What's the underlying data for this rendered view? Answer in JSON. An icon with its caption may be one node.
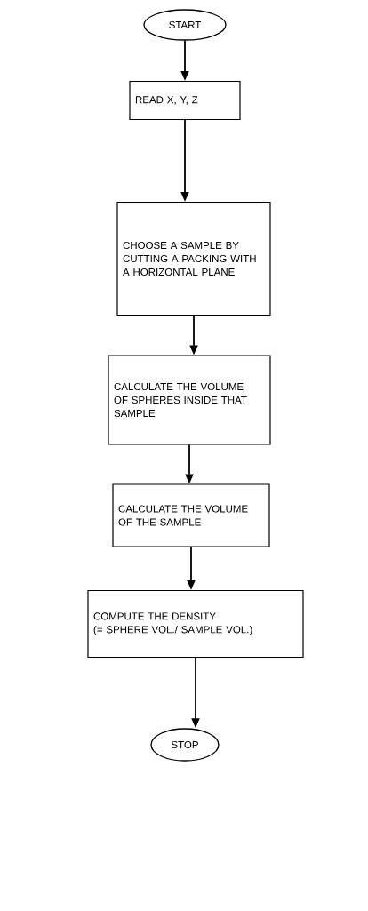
{
  "diagram": {
    "nodes": [
      {
        "text": [
          "START"
        ]
      },
      {
        "text": [
          "READ X, Y, Z"
        ]
      },
      {
        "text": [
          "CHOOSE A SAMPLE BY CUTTING A PACKING WITH A HORIZONTAL PLANE"
        ]
      },
      {
        "text": [
          "CALCULATE THE VOLUME OF SPHERES INSIDE THAT SAMPLE"
        ]
      },
      {
        "text": [
          "CALCULATE THE VOLUME OF THE SAMPLE"
        ]
      },
      {
        "text": [
          "COMPUTE THE DENSITY",
          "(= SPHERE VOL./ SAMPLE VOL.)"
        ]
      },
      {
        "text": [
          "STOP"
        ]
      }
    ],
    "edges": [
      {
        "from": 0,
        "to": 1,
        "arrow": "to"
      },
      {
        "from": 1,
        "to": 2,
        "arrow": "to"
      },
      {
        "from": 2,
        "to": 3,
        "arrow": "to"
      },
      {
        "from": 3,
        "to": 4,
        "arrow": "to"
      },
      {
        "from": 4,
        "to": 5,
        "arrow": "to"
      },
      {
        "from": 5,
        "to": 6,
        "arrow": "to"
      }
    ]
  }
}
